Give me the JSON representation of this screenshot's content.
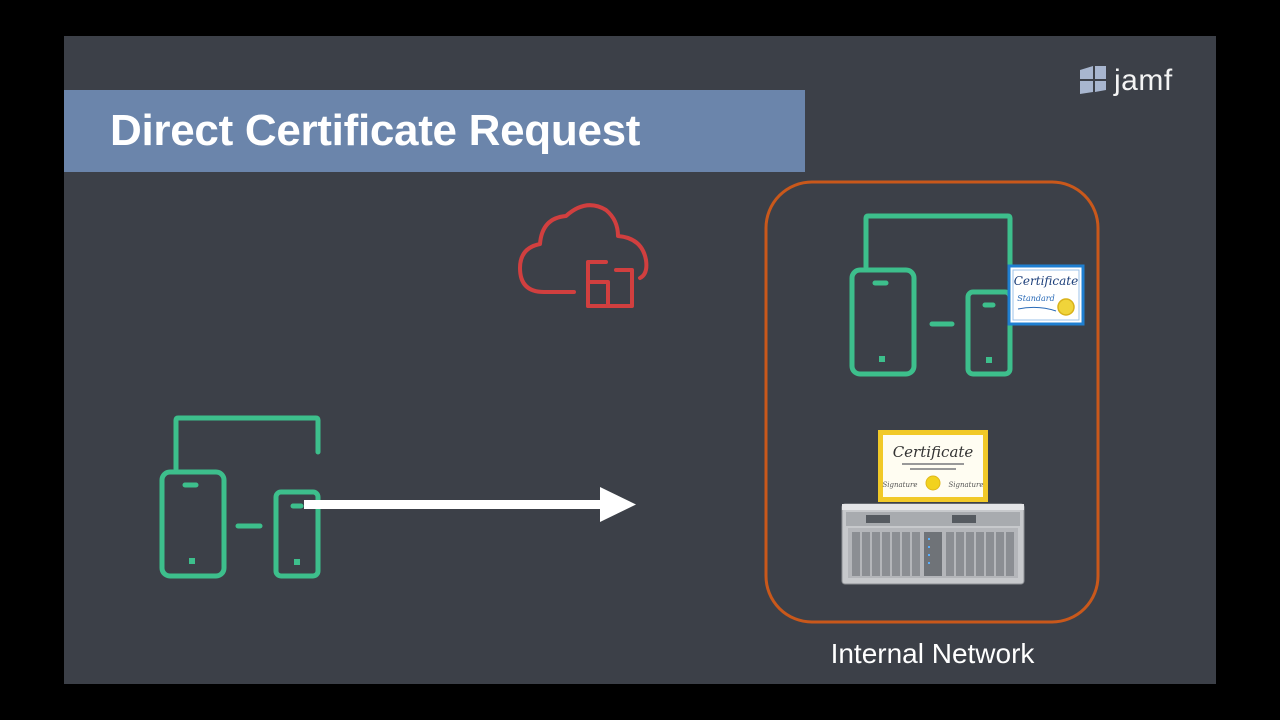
{
  "slide": {
    "title": "Direct Certificate Request",
    "brand": "jamf",
    "network_label": "Internal Network"
  },
  "certificates": {
    "device_cert_title": "Certificate",
    "device_cert_subtitle": "Standard",
    "server_cert_title": "Certificate",
    "server_cert_signature_left": "Signature",
    "server_cert_signature_right": "Signature"
  },
  "colors": {
    "background": "#3c4048",
    "title_band": "#6b85ab",
    "device_stroke": "#3dbf8c",
    "cloud_stroke": "#d13f3f",
    "network_border": "#c9581b",
    "arrow": "#ffffff"
  },
  "icons": [
    "device-pair-icon",
    "cloud-icon",
    "arrow-icon",
    "certificate-icon",
    "server-icon",
    "jamf-logo-icon"
  ]
}
